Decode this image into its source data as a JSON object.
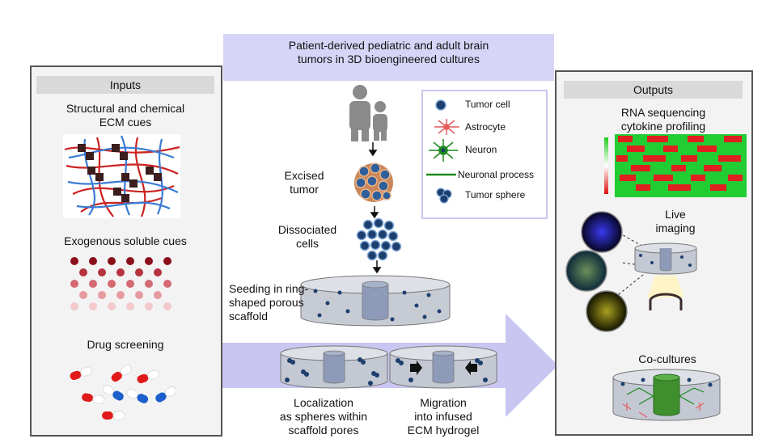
{
  "banner": {
    "line1": "Patient-derived pediatric and adult brain",
    "line2": "tumors in 3D bioengineered cultures"
  },
  "inputs": {
    "header": "Inputs",
    "ecm_line1": "Structural and chemical",
    "ecm_line2": "ECM cues",
    "soluble": "Exogenous soluble cues",
    "drug": "Drug screening"
  },
  "outputs": {
    "header": "Outputs",
    "rna_line1": "RNA sequencing",
    "rna_line2": "cytokine profiling",
    "live_line1": "Live",
    "live_line2": "imaging",
    "cocultures": "Co-cultures"
  },
  "steps": {
    "excised_line1": "Excised",
    "excised_line2": "tumor",
    "dissociated_line1": "Dissociated",
    "dissociated_line2": "cells",
    "seeding_line1": "Seeding in ring-",
    "seeding_line2": "shaped porous",
    "seeding_line3": "scaffold",
    "localization_line1": "Localization",
    "localization_line2": "as spheres within",
    "localization_line3": "scaffold pores",
    "migration_line1": "Migration",
    "migration_line2": "into infused",
    "migration_line3": "ECM hydrogel"
  },
  "legend": {
    "tumor_cell": "Tumor cell",
    "astrocyte": "Astrocyte",
    "neuron": "Neuron",
    "neuronal_process": "Neuronal process",
    "tumor_sphere": "Tumor sphere"
  },
  "colors": {
    "banner": "#d7d5f7",
    "arrow": "#c9c6f2",
    "panel_border": "#555555",
    "panel_bg": "#f3f3f3",
    "header_bg": "#d9d9d9",
    "fiber_red": "#cc2222",
    "fiber_blue": "#3a7bd5",
    "cell_blue": "#1d3f6e",
    "astrocyte": "#e85b5b",
    "neuron": "#1a8a1a"
  }
}
